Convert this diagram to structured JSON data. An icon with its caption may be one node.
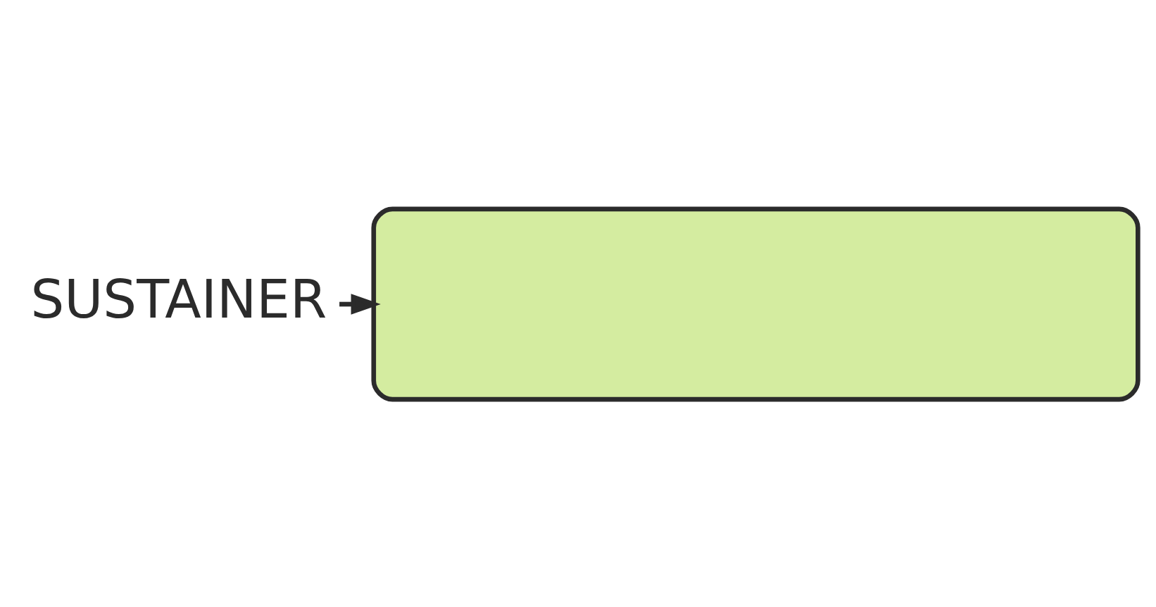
{
  "diagram": {
    "nodes": [
      {
        "text": [
          "SUSTAINER"
        ]
      },
      {
        "text": [],
        "shape": "box"
      }
    ],
    "edges": [
      {
        "from": 0,
        "to": 1,
        "arrow": "to"
      }
    ]
  }
}
